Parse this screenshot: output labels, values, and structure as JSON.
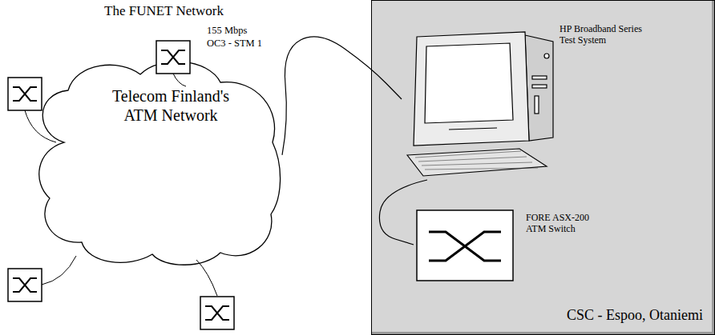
{
  "diagram": {
    "title": "The FUNET Network",
    "nodes": [
      {
        "text": [
          "Telecom Finland's ATM Network"
        ]
      },
      {
        "text": [
          "CSC - Espoo, Otaniemi"
        ]
      },
      {
        "text": [
          "HP Broadband Series Test System"
        ],
        "in": 1
      },
      {
        "text": [
          "FORE ASX-200 ATM Switch"
        ],
        "in": 1
      }
    ],
    "edges": [
      {
        "from": 0,
        "to": 2,
        "arrow": "none",
        "label": "155 Mbps OC3 - STM 1"
      },
      {
        "from": 2,
        "to": 3,
        "arrow": "none"
      }
    ]
  }
}
